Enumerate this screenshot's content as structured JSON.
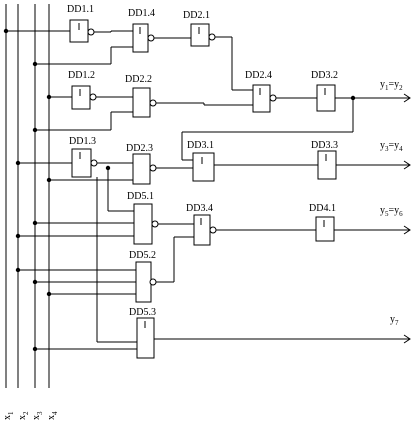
{
  "title": "",
  "gates": [
    "DD1.1",
    "DD1.4",
    "DD2.1",
    "DD1.2",
    "DD2.2",
    "DD2.4",
    "DD3.2",
    "DD1.3",
    "DD2.3",
    "DD3.1",
    "DD3.3",
    "DD5.1",
    "DD3.4",
    "DD4.1",
    "DD5.2",
    "DD5.3"
  ],
  "outputs": [
    {
      "main": "y",
      "sub1": "1",
      "eq": "=y",
      "sub2": "2"
    },
    {
      "main": "y",
      "sub1": "3",
      "eq": "=y",
      "sub2": "4"
    },
    {
      "main": "y",
      "sub1": "5",
      "eq": "=y",
      "sub2": "6"
    },
    {
      "main": "y",
      "sub1": "7",
      "eq": "",
      "sub2": ""
    }
  ],
  "inputs": [
    {
      "main": "x",
      "sub": "1"
    },
    {
      "main": "x",
      "sub": "2"
    },
    {
      "main": "x",
      "sub": "3"
    },
    {
      "main": "x",
      "sub": "4"
    }
  ],
  "gate_symbol": "1"
}
